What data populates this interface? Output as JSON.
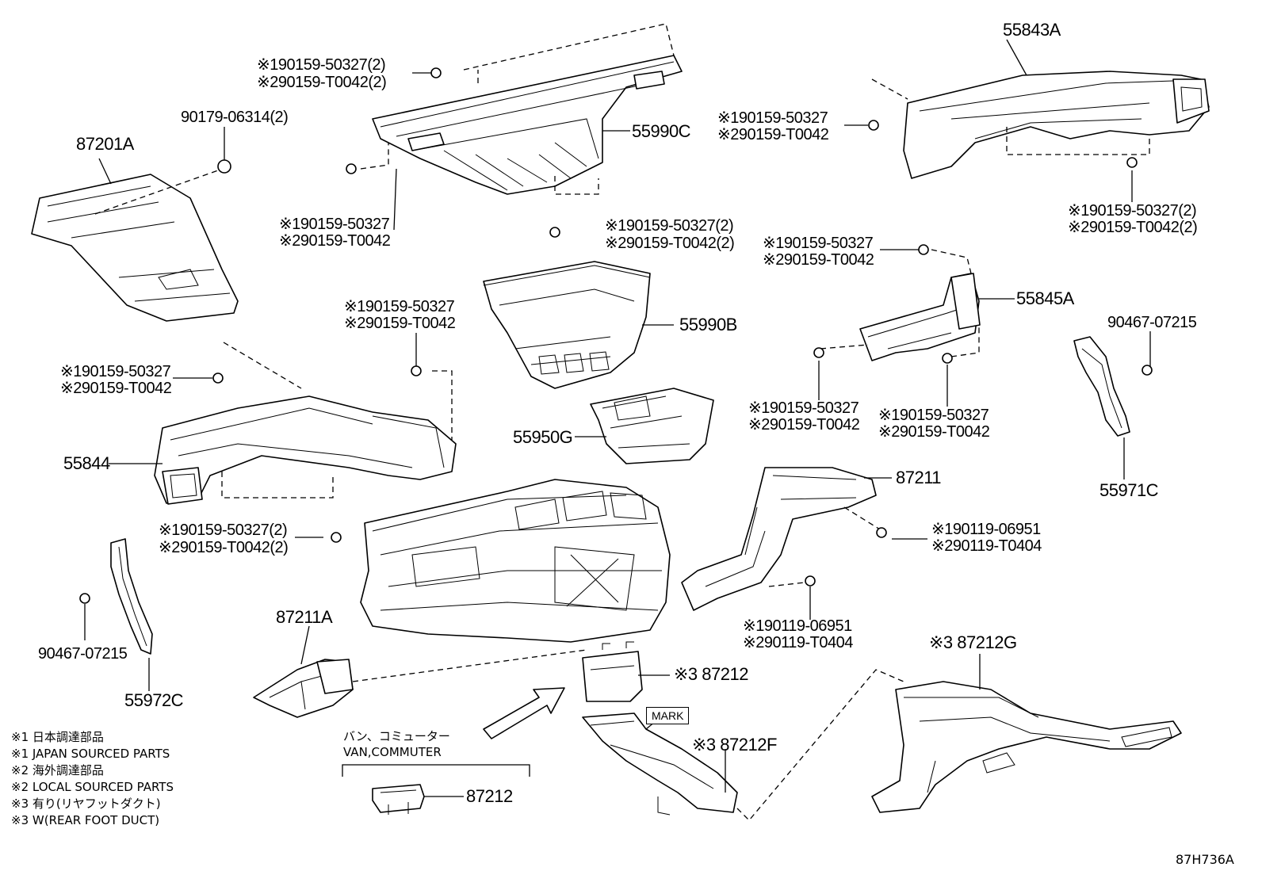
{
  "diagram_code": "87H736A",
  "parts": {
    "p55843A": "55843A",
    "p55990C": "55990C",
    "p87201A": "87201A",
    "p90179": "90179-06314(2)",
    "p55990B": "55990B",
    "p55845A": "55845A",
    "p90467_r": "90467-07215",
    "p55971C": "55971C",
    "p55950G": "55950G",
    "p55844": "55844",
    "p87211": "87211",
    "p87211A": "87211A",
    "p90467_l": "90467-07215",
    "p55972C": "55972C",
    "p87212": "※3 87212",
    "p87212G": "※3 87212G",
    "p87212F": "※3 87212F",
    "p87212_van": "87212",
    "mark": "MARK"
  },
  "callouts": {
    "top_clip_1": "※190159-50327(2)",
    "top_clip_2": "※290159-T0042(2)",
    "r_top_1": "※190159-50327",
    "r_top_2": "※290159-T0042",
    "r_bot_1": "※190159-50327(2)",
    "r_bot_2": "※290159-T0042(2)",
    "c_left_1": "※190159-50327",
    "c_left_2": "※290159-T0042",
    "c_mid_1": "※190159-50327(2)",
    "c_mid_2": "※290159-T0042(2)",
    "r2_top_1": "※190159-50327",
    "r2_top_2": "※290159-T0042",
    "c_b_1": "※190159-50327",
    "c_b_2": "※290159-T0042",
    "l_b_1": "※190159-50327",
    "l_b_2": "※290159-T0042",
    "r3_l_1": "※190159-50327",
    "r3_l_2": "※290159-T0042",
    "r3_r_1": "※190159-50327",
    "r3_r_2": "※290159-T0042",
    "l_c_1": "※190159-50327(2)",
    "l_c_2": "※290159-T0042(2)",
    "r4_1": "※190119-06951",
    "r4_2": "※290119-T0404",
    "r5_1": "※190119-06951",
    "r5_2": "※290119-T0404"
  },
  "van_label_1": "バン、コミューター",
  "van_label_2": "VAN,COMMUTER",
  "notes": [
    "※1 日本調達部品",
    "※1 JAPAN SOURCED PARTS",
    "※2 海外調達部品",
    "※2 LOCAL SOURCED PARTS",
    "※3 有り(リヤフットダクト)",
    "※3 W(REAR FOOT DUCT)"
  ]
}
